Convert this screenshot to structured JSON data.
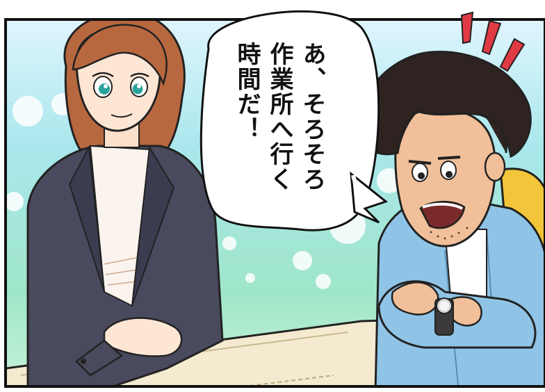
{
  "panel": {
    "speech_bubble": {
      "lines": [
        "あ、そろそろ",
        "作業所へ行く",
        "時間だ！"
      ]
    },
    "colors": {
      "background_sky": "#9fe6e0",
      "background_mint": "#c8f3d8",
      "woman_hair": "#b8683e",
      "woman_suit": "#4a4a5e",
      "man_hair": "#2e2320",
      "man_jacket": "#8fc4e6",
      "backpack": "#f2c53a",
      "counter": "#f4ead0"
    },
    "icons": {
      "surprise_marks": "surprise-lines-icon"
    }
  }
}
